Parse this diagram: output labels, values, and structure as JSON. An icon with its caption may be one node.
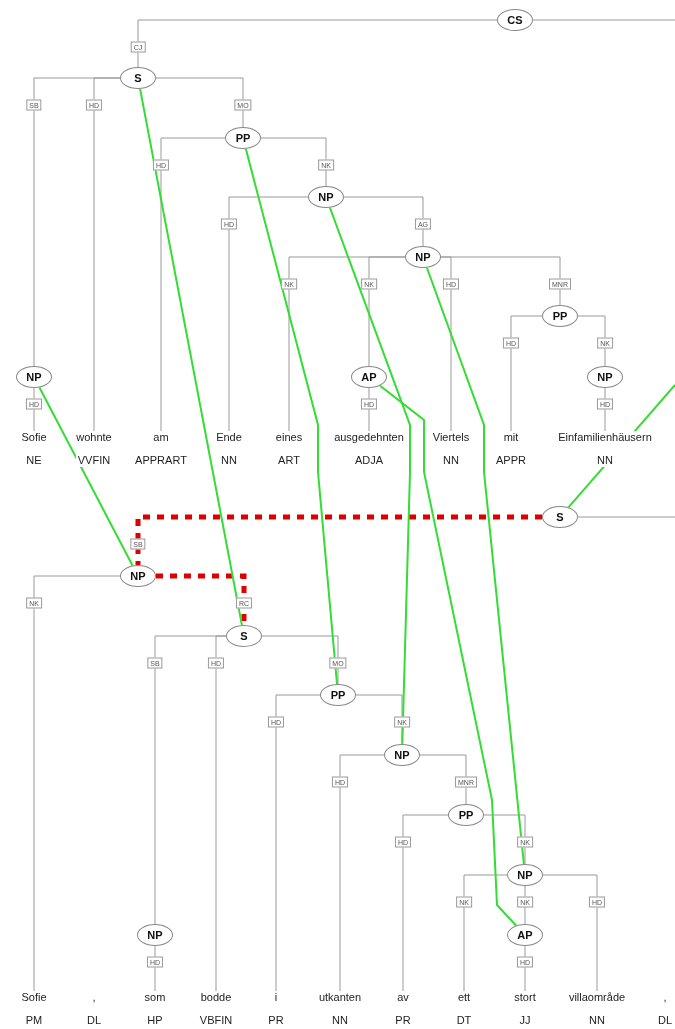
{
  "diagram": {
    "nodes": [
      {
        "text": [
          "CS"
        ]
      },
      {
        "text": [
          "S"
        ]
      },
      {
        "text": [
          "PP"
        ]
      },
      {
        "text": [
          "NP"
        ]
      },
      {
        "text": [
          "NP"
        ]
      },
      {
        "text": [
          "PP"
        ]
      },
      {
        "text": [
          "NP"
        ]
      },
      {
        "text": [
          "AP"
        ]
      },
      {
        "text": [
          "NP"
        ]
      },
      {
        "text": [
          "Sofie",
          "NE"
        ]
      },
      {
        "text": [
          "wohnte",
          "VVFIN"
        ]
      },
      {
        "text": [
          "am",
          "APPRART"
        ]
      },
      {
        "text": [
          "Ende",
          "NN"
        ]
      },
      {
        "text": [
          "eines",
          "ART"
        ]
      },
      {
        "text": [
          "ausgedehnten",
          "ADJA"
        ]
      },
      {
        "text": [
          "Viertels",
          "NN"
        ]
      },
      {
        "text": [
          "mit",
          "APPR"
        ]
      },
      {
        "text": [
          "Einfamilienhäusern",
          "NN"
        ]
      },
      {
        "text": [
          "S"
        ]
      },
      {
        "text": [
          "NP"
        ]
      },
      {
        "text": [
          "S"
        ]
      },
      {
        "text": [
          "PP"
        ]
      },
      {
        "text": [
          "NP"
        ]
      },
      {
        "text": [
          "PP"
        ]
      },
      {
        "text": [
          "NP"
        ]
      },
      {
        "text": [
          "NP"
        ]
      },
      {
        "text": [
          "AP"
        ]
      },
      {
        "text": [
          "Sofie",
          "PM"
        ]
      },
      {
        "text": [
          ",",
          "DL"
        ]
      },
      {
        "text": [
          "som",
          "HP"
        ]
      },
      {
        "text": [
          "bodde",
          "VBFIN"
        ]
      },
      {
        "text": [
          "i",
          "PR"
        ]
      },
      {
        "text": [
          "utkanten",
          "NN"
        ]
      },
      {
        "text": [
          "av",
          "PR"
        ]
      },
      {
        "text": [
          "ett",
          "DT"
        ]
      },
      {
        "text": [
          "stort",
          "JJ"
        ]
      },
      {
        "text": [
          "villaområde",
          "NN"
        ]
      },
      {
        "text": [
          ",",
          "DL"
        ]
      }
    ],
    "edges": [
      {
        "from": 0,
        "to": null,
        "arrow": "none"
      },
      {
        "from": 0,
        "to": 1,
        "arrow": "none",
        "label": "CJ"
      },
      {
        "from": 1,
        "to": 6,
        "arrow": "none",
        "label": "SB"
      },
      {
        "from": 1,
        "to": 10,
        "arrow": "none",
        "label": "HD"
      },
      {
        "from": 1,
        "to": 2,
        "arrow": "none",
        "label": "MO"
      },
      {
        "from": 2,
        "to": 11,
        "arrow": "none",
        "label": "HD"
      },
      {
        "from": 2,
        "to": 3,
        "arrow": "none",
        "label": "NK"
      },
      {
        "from": 3,
        "to": 12,
        "arrow": "none",
        "label": "HD"
      },
      {
        "from": 3,
        "to": 4,
        "arrow": "none",
        "label": "AG"
      },
      {
        "from": 4,
        "to": 13,
        "arrow": "none",
        "label": "NK"
      },
      {
        "from": 4,
        "to": 7,
        "arrow": "none",
        "label": "NK"
      },
      {
        "from": 4,
        "to": 15,
        "arrow": "none",
        "label": "HD"
      },
      {
        "from": 4,
        "to": 5,
        "arrow": "none",
        "label": "MNR"
      },
      {
        "from": 5,
        "to": 16,
        "arrow": "none",
        "label": "HD"
      },
      {
        "from": 5,
        "to": 8,
        "arrow": "none",
        "label": "NK"
      },
      {
        "from": 6,
        "to": 9,
        "arrow": "none",
        "label": "HD"
      },
      {
        "from": 7,
        "to": 14,
        "arrow": "none",
        "label": "HD"
      },
      {
        "from": 8,
        "to": 17,
        "arrow": "none",
        "label": "HD"
      },
      {
        "from": 18,
        "to": null,
        "arrow": "none"
      },
      {
        "from": 18,
        "to": 19,
        "arrow": "none",
        "label": "SB",
        "style": "dashed",
        "color": "#dd0000"
      },
      {
        "from": 19,
        "to": 27,
        "arrow": "none",
        "label": "NK"
      },
      {
        "from": 19,
        "to": 20,
        "arrow": "none",
        "label": "RC",
        "style": "dashed",
        "color": "#dd0000"
      },
      {
        "from": 20,
        "to": 25,
        "arrow": "none",
        "label": "SB"
      },
      {
        "from": 20,
        "to": 30,
        "arrow": "none",
        "label": "HD"
      },
      {
        "from": 20,
        "to": 21,
        "arrow": "none",
        "label": "MO"
      },
      {
        "from": 21,
        "to": 31,
        "arrow": "none",
        "label": "HD"
      },
      {
        "from": 21,
        "to": 22,
        "arrow": "none",
        "label": "NK"
      },
      {
        "from": 22,
        "to": 32,
        "arrow": "none",
        "label": "HD"
      },
      {
        "from": 22,
        "to": 23,
        "arrow": "none",
        "label": "MNR"
      },
      {
        "from": 23,
        "to": 33,
        "arrow": "none",
        "label": "HD"
      },
      {
        "from": 23,
        "to": 24,
        "arrow": "none",
        "label": "NK"
      },
      {
        "from": 24,
        "to": 34,
        "arrow": "none",
        "label": "NK"
      },
      {
        "from": 24,
        "to": 26,
        "arrow": "none",
        "label": "NK"
      },
      {
        "from": 24,
        "to": 36,
        "arrow": "none",
        "label": "HD"
      },
      {
        "from": 26,
        "to": 35,
        "arrow": "none",
        "label": "HD"
      },
      {
        "from": 25,
        "to": 29,
        "arrow": "none",
        "label": "HD"
      },
      {
        "from": 1,
        "to": 20,
        "arrow": "none",
        "color": "#33dd33"
      },
      {
        "from": 2,
        "to": 21,
        "arrow": "none",
        "color": "#33dd33"
      },
      {
        "from": 3,
        "to": 22,
        "arrow": "none",
        "color": "#33dd33"
      },
      {
        "from": 4,
        "to": 24,
        "arrow": "none",
        "color": "#33dd33"
      },
      {
        "from": 7,
        "to": 26,
        "arrow": "none",
        "color": "#33dd33"
      },
      {
        "from": 6,
        "to": 19,
        "arrow": "none",
        "color": "#33dd33"
      },
      {
        "from": 18,
        "to": null,
        "arrow": "none",
        "color": "#33dd33"
      }
    ]
  }
}
